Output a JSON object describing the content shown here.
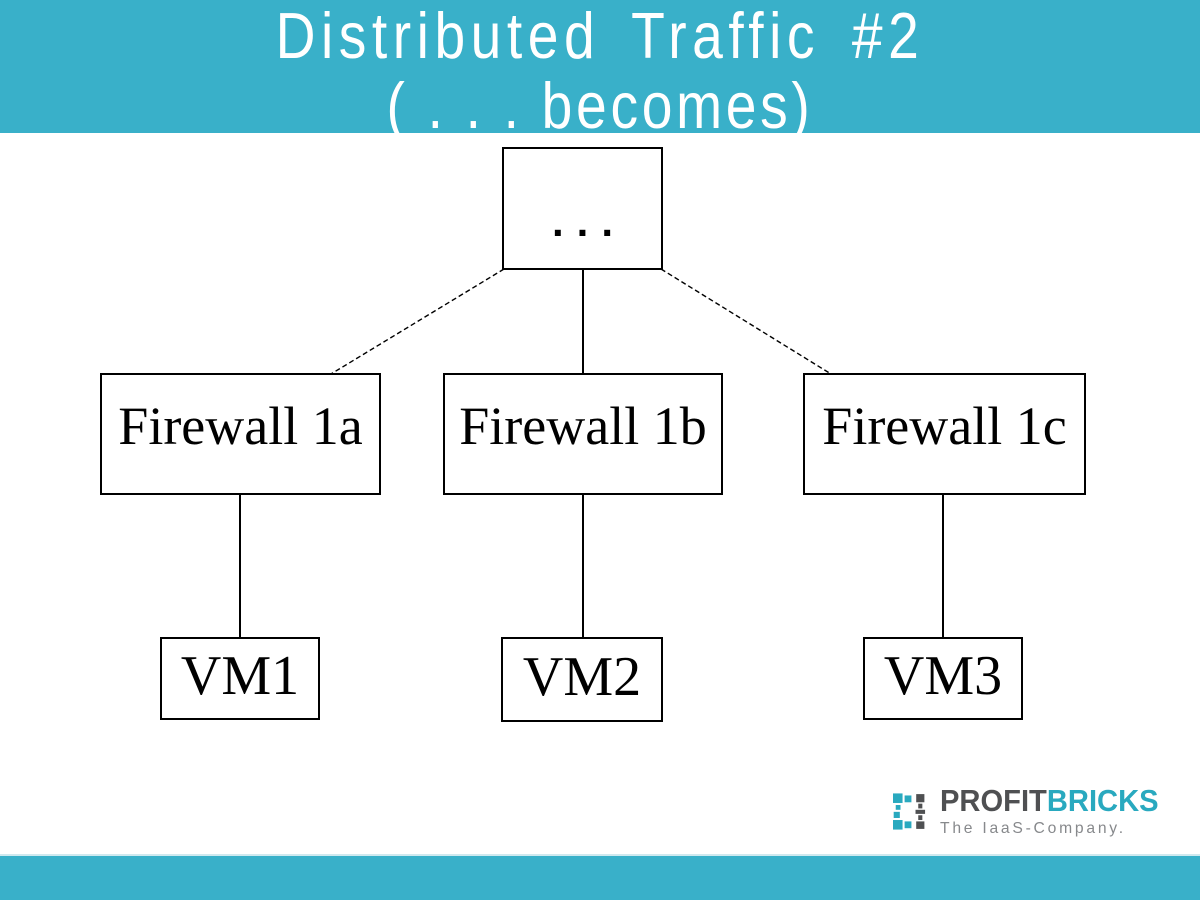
{
  "header": {
    "title_line1": "Distributed Traffic #2",
    "title_line2": "( . . . becomes)"
  },
  "diagram": {
    "root": {
      "label": "..."
    },
    "firewalls": [
      {
        "label": "Firewall 1a"
      },
      {
        "label": "Firewall 1b"
      },
      {
        "label": "Firewall 1c"
      }
    ],
    "vms": [
      {
        "label": "VM1"
      },
      {
        "label": "VM2"
      },
      {
        "label": "VM3"
      }
    ],
    "edges": [
      "root-to-firewall-1a",
      "root-to-firewall-1b",
      "root-to-firewall-1c",
      "firewall-1a-to-vm1",
      "firewall-1b-to-vm2",
      "firewall-1c-to-vm3"
    ]
  },
  "logo": {
    "brand_part1": "PROFIT",
    "brand_part2": "BRICKS",
    "tagline": "The IaaS-Company."
  },
  "colors": {
    "accent_teal": "#39b0c9",
    "logo_teal": "#29a9bf",
    "logo_dark_gray": "#4f5052",
    "tagline_gray": "#87898c",
    "diagram_line": "#000000",
    "title_text": "#ffffff",
    "background": "#ffffff"
  }
}
